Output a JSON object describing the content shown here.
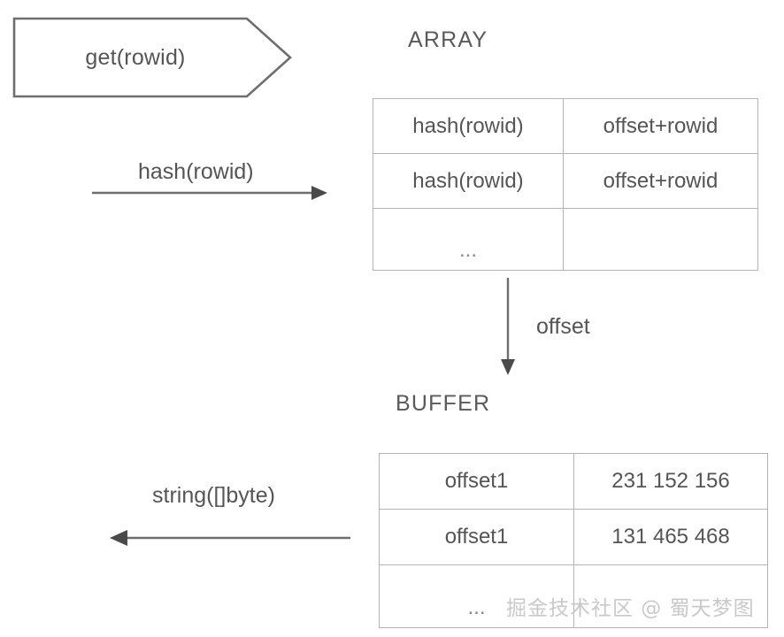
{
  "diagram": {
    "title_hidden": "",
    "entry_shape": {
      "label": "get(rowid)"
    },
    "headings": {
      "array": "ARRAY",
      "buffer": "BUFFER"
    },
    "connectors": {
      "hash": {
        "label": "hash(rowid)",
        "direction": "right"
      },
      "offset": {
        "label": "offset",
        "direction": "down"
      },
      "string": {
        "label": "string([]byte)",
        "direction": "left"
      }
    },
    "array_table": {
      "rows": [
        {
          "key": "hash(rowid)",
          "value": "offset+rowid"
        },
        {
          "key": "hash(rowid)",
          "value": "offset+rowid"
        },
        {
          "key": "...",
          "value": ""
        }
      ]
    },
    "buffer_table": {
      "rows": [
        {
          "key": "offset1",
          "value": "231 152  156"
        },
        {
          "key": "offset1",
          "value": "131 465 468"
        },
        {
          "key": "...",
          "value": ""
        }
      ]
    },
    "watermark": "掘金技术社区 @ 蜀天梦图",
    "colors": {
      "stroke": "#6e6e6e",
      "table_border": "#b4b4b4",
      "text": "#555555",
      "watermark": "#c9c9c9",
      "background": "#ffffff"
    }
  }
}
